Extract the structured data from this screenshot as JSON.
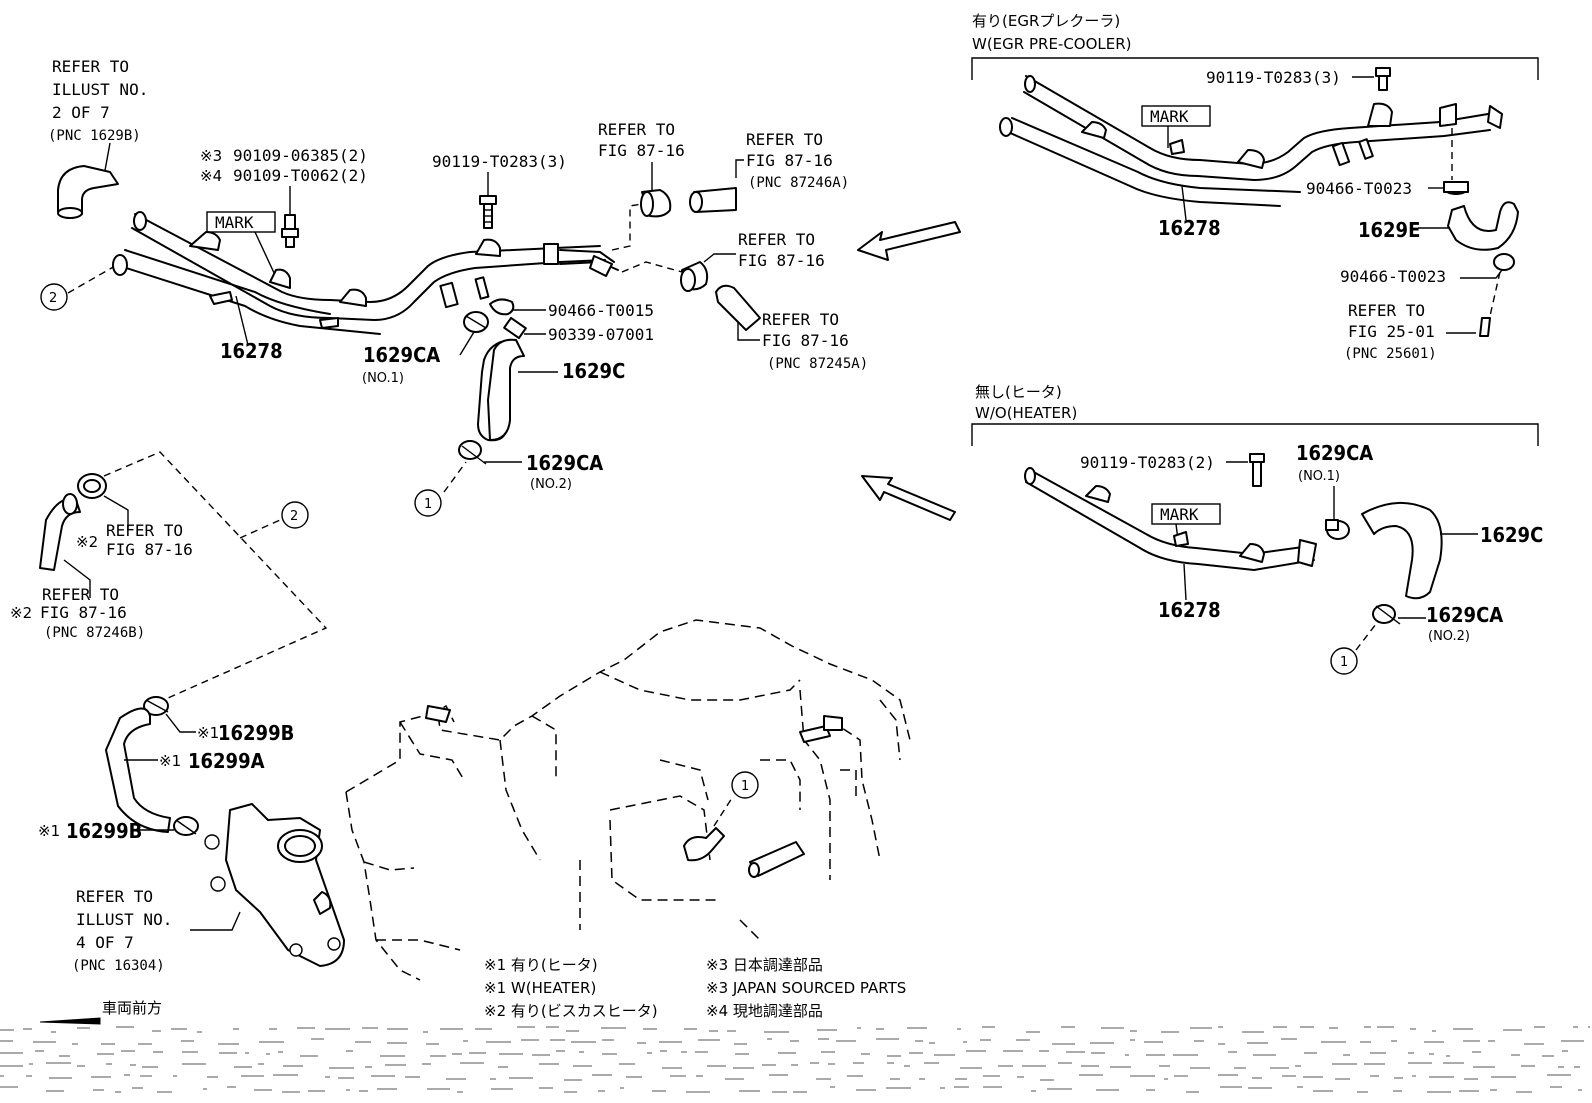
{
  "notes": {
    "refer_illust_2": [
      "REFER TO",
      "ILLUST NO.",
      "2 OF 7",
      "(PNC 1629B)"
    ],
    "refer_illust_4": [
      "REFER TO",
      "ILLUST NO.",
      "4 OF 7",
      "(PNC 16304)"
    ],
    "refer_fig_87_16": "REFER TO",
    "fig_87_16": "FIG 87-16",
    "pnc_87246a": "(PNC 87246A)",
    "pnc_87245a": "(PNC 87245A)",
    "pnc_87246b": "(PNC 87246B)",
    "fig_25_01": "FIG 25-01",
    "pnc_25601": "(PNC 25601)",
    "mark": "MARK"
  },
  "parts": {
    "p16278": "16278",
    "p1629c": "1629C",
    "p1629ca": "1629CA",
    "p1629e": "1629E",
    "p16299a": "16299A",
    "p16299b": "16299B",
    "bolt_3": "90119-T0283(3)",
    "bolt_2": "90119-T0283(2)",
    "clip_t0015": "90466-T0015",
    "clip_t0023": "90466-T0023",
    "plug_07001": "90339-07001",
    "sensor_06385": "90109-06385(2)",
    "sensor_t0062": "90109-T0062(2)",
    "no1": "(NO.1)",
    "no2": "(NO.2)"
  },
  "markers": {
    "m1": "※1",
    "m2": "※2",
    "m3": "※3",
    "m4": "※4",
    "c1": "1",
    "c2": "2"
  },
  "variants": {
    "egr_jp": "有り(EGRプレクーラ)",
    "egr_en": "W(EGR PRE-COOLER)",
    "noheater_jp": "無し(ヒータ)",
    "noheater_en": "W/O(HEATER)"
  },
  "legend": {
    "l1": "※1 有り(ヒータ)",
    "l2": "※1 W(HEATER)",
    "l3": "※2 有り(ビスカスヒータ)",
    "l4": "※3 日本調達部品",
    "l5": "※3 JAPAN SOURCED PARTS",
    "l6": "※4 現地調達部品",
    "front": "車両前方"
  }
}
